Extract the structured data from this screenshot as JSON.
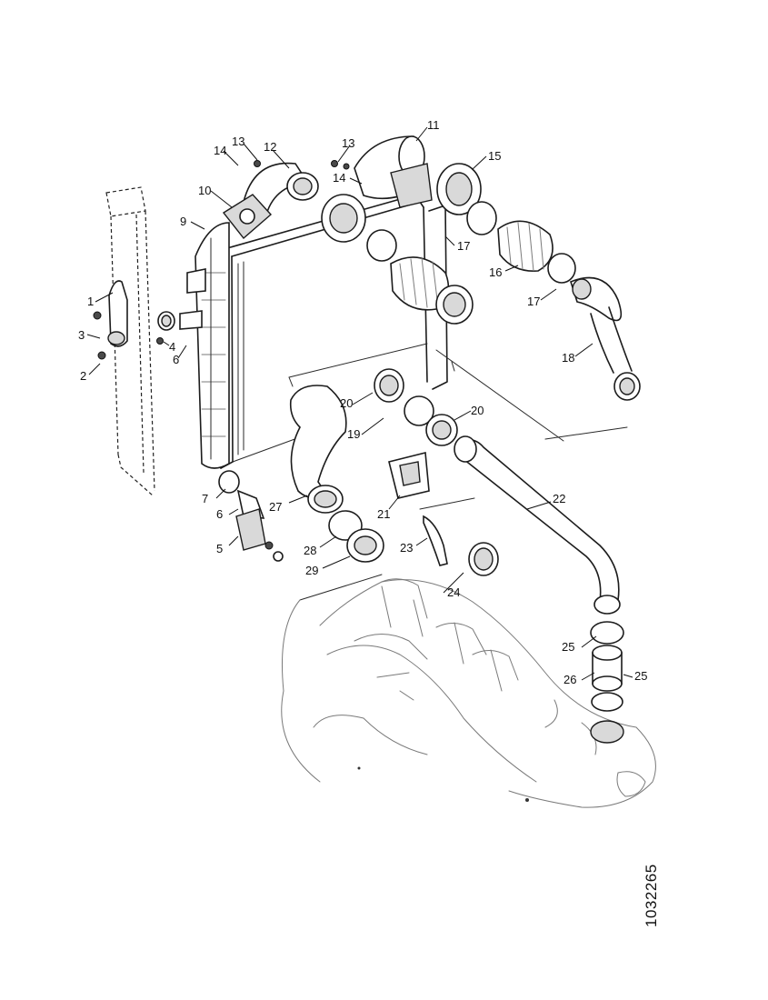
{
  "drawing_number": "1032265",
  "parts": [
    {
      "id": "p1",
      "label": "1"
    },
    {
      "id": "p2",
      "label": "2"
    },
    {
      "id": "p3",
      "label": "3"
    },
    {
      "id": "p4",
      "label": "4"
    },
    {
      "id": "p5",
      "label": "5"
    },
    {
      "id": "p6a",
      "label": "6"
    },
    {
      "id": "p6b",
      "label": "6"
    },
    {
      "id": "p7",
      "label": "7"
    },
    {
      "id": "p9",
      "label": "9"
    },
    {
      "id": "p10",
      "label": "10"
    },
    {
      "id": "p11",
      "label": "11"
    },
    {
      "id": "p12",
      "label": "12"
    },
    {
      "id": "p13a",
      "label": "13"
    },
    {
      "id": "p13b",
      "label": "13"
    },
    {
      "id": "p14a",
      "label": "14"
    },
    {
      "id": "p14b",
      "label": "14"
    },
    {
      "id": "p15",
      "label": "15"
    },
    {
      "id": "p16",
      "label": "16"
    },
    {
      "id": "p17a",
      "label": "17"
    },
    {
      "id": "p17b",
      "label": "17"
    },
    {
      "id": "p18",
      "label": "18"
    },
    {
      "id": "p19",
      "label": "19"
    },
    {
      "id": "p20a",
      "label": "20"
    },
    {
      "id": "p20b",
      "label": "20"
    },
    {
      "id": "p21",
      "label": "21"
    },
    {
      "id": "p22",
      "label": "22"
    },
    {
      "id": "p23",
      "label": "23"
    },
    {
      "id": "p24",
      "label": "24"
    },
    {
      "id": "p25a",
      "label": "25"
    },
    {
      "id": "p25b",
      "label": "25"
    },
    {
      "id": "p26",
      "label": "26"
    },
    {
      "id": "p27",
      "label": "27"
    },
    {
      "id": "p28",
      "label": "28"
    },
    {
      "id": "p29",
      "label": "29"
    }
  ]
}
